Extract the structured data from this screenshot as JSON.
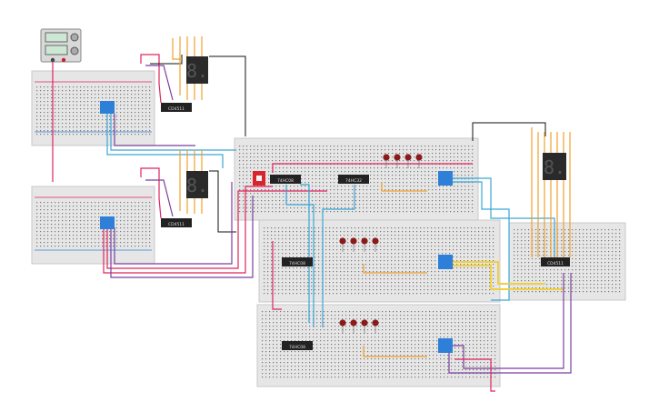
{
  "app": {
    "kind": "breadboard circuit editor"
  },
  "power_supply": {
    "icon": "power-supply-icon"
  },
  "chips": {
    "left_top": "CD4511",
    "left_bottom": "CD4511",
    "right_row1_a": "74HC08",
    "right_row1_b": "74HC32",
    "right_row2": "74HC08",
    "right_row3": "74HC08",
    "right_main": "CD4511"
  },
  "seven_segment_digits": {
    "top_left": "8.",
    "bottom_left": "8.",
    "right": "8."
  },
  "colors": {
    "board": "#e6e6e6",
    "wire_red": "#e0245e",
    "wire_purple": "#7b3fa0",
    "wire_blue": "#3aa6d8",
    "wire_orange": "#f0a030",
    "wire_yellow": "#f0d040",
    "wire_black": "#111111",
    "dip_switch": "#2d7fd8",
    "led": "#8b1a1a",
    "display": "#2a2a2a"
  }
}
